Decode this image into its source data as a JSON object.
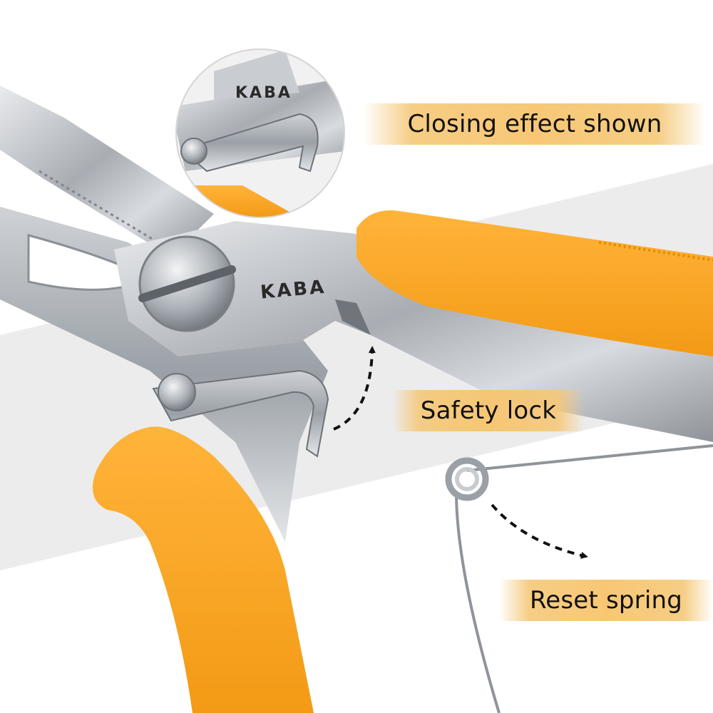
{
  "brand": "KABA",
  "labels": {
    "closing": "Closing effect shown",
    "safety_lock": "Safety lock",
    "reset_spring": "Reset spring"
  },
  "colors": {
    "handle_orange": "#f9a82a",
    "steel": "#b9bdc2",
    "label_band": "#f7c46e",
    "arrow": "#111111"
  }
}
